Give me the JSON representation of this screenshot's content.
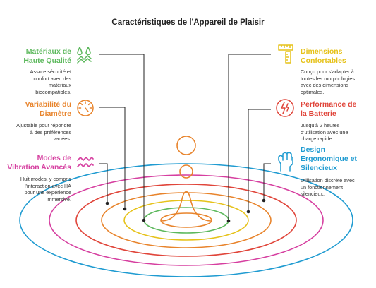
{
  "title": "Caractéristiques de l'Appareil de Plaisir",
  "features": [
    {
      "heading_1": "Matériaux de",
      "heading_2": "Haute Qualité",
      "desc_1": "Assure sécurité et",
      "desc_2": "confort avec des",
      "desc_3": "matériaux",
      "desc_4": "biocompatibles.",
      "color": "#5cb85c",
      "icon": "water-drops-icon"
    },
    {
      "heading_1": "Variabilité du",
      "heading_2": "Diamètre",
      "desc_1": "Ajustable pour répondre",
      "desc_2": "à des préférences",
      "desc_3": "variées.",
      "color": "#e8842c",
      "icon": "dial-gauge-icon"
    },
    {
      "heading_1": "Modes de",
      "heading_2": "Vibration Avancés",
      "desc_1": "Huit modes, y compris",
      "desc_2": "l'interaction avec l'IA",
      "desc_3": "pour une expérience",
      "desc_4": "immersive.",
      "color": "#d63fa0",
      "icon": "wave-lines-icon"
    },
    {
      "heading_1": "Dimensions",
      "heading_2": "Confortables",
      "desc_1": "Conçu pour s'adapter à",
      "desc_2": "toutes les morphologies",
      "desc_3": "avec des dimensions",
      "desc_4": "optimales.",
      "color": "#e6c21a",
      "icon": "ruler-icon"
    },
    {
      "heading_1": "Performance de",
      "heading_2": "la Batterie",
      "desc_1": "Jusqu'à 2 heures",
      "desc_2": "d'utilisation avec une",
      "desc_3": "charge rapide.",
      "color": "#e0453a",
      "icon": "battery-charge-icon"
    },
    {
      "heading_1": "Design",
      "heading_2": "Ergonomique et",
      "heading_3": "Silencieux",
      "desc_1": "Utilisation discrète avec",
      "desc_2": "un fonctionnement",
      "desc_3": "silencieux.",
      "color": "#1f9bd1",
      "icon": "hand-grip-icon"
    }
  ]
}
